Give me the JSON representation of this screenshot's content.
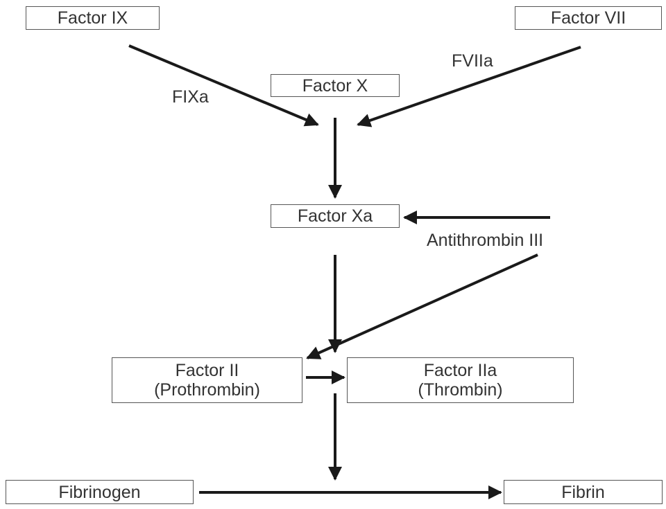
{
  "nodes": {
    "factor_ix": "Factor IX",
    "factor_vii": "Factor VII",
    "factor_x": "Factor X",
    "factor_xa": "Factor Xa",
    "factor_ii": {
      "line1": "Factor II",
      "line2": "(Prothrombin)"
    },
    "factor_iia": {
      "line1": "Factor IIa",
      "line2": "(Thrombin)"
    },
    "fibrinogen": "Fibrinogen",
    "fibrin": "Fibrin"
  },
  "labels": {
    "fixa": "FIXa",
    "fviia": "FVIIa",
    "antithrombin": "Antithrombin III"
  },
  "colors": {
    "line": "#1a1a1a",
    "box_border": "#555555",
    "text": "#333333"
  }
}
